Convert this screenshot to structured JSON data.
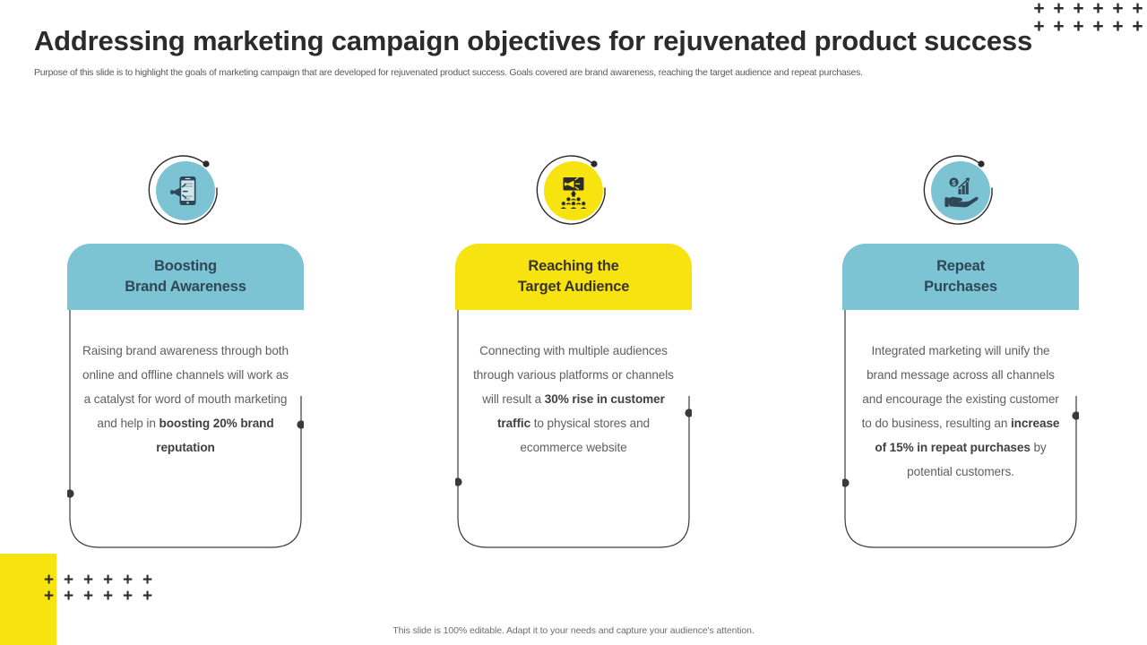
{
  "slide": {
    "title": "Addressing marketing campaign objectives for rejuvenated product success",
    "subtitle": "Purpose of this slide is to highlight the goals of marketing campaign that are developed for rejuvenated product success. Goals covered are brand awareness, reaching the target audience and repeat purchases.",
    "footer": "This slide is 100% editable. Adapt it to your needs and capture your audience's attention."
  },
  "theme": {
    "teal": "#7CC4D4",
    "yellow": "#F7E310",
    "ink": "#2b2b2b",
    "header_text_dark": "#2f4858",
    "body_text": "#5f5f5f",
    "line": "#3a3a3a"
  },
  "decor": {
    "plus_glyph": "+",
    "plus_top_right_count": 12,
    "plus_bottom_left_count": 12,
    "yellow_corner_label": "yellow-corner-block"
  },
  "cards": [
    {
      "id": "boosting-brand-awareness",
      "icon_name": "smartphone-megaphone-icon",
      "accent": "#7CC4D4",
      "title_line1": "Boosting",
      "title_line2": "Brand Awareness",
      "title_color": "#2f4858",
      "body": [
        {
          "text": "Raising brand awareness through both online and offline channels will work as a catalyst for word of mouth marketing and help in ",
          "bold": false
        },
        {
          "text": "boosting 20% brand reputation",
          "bold": true
        }
      ]
    },
    {
      "id": "reaching-the-target-audience",
      "icon_name": "megaphone-audience-icon",
      "accent": "#F7E310",
      "title_line1": "Reaching the",
      "title_line2": "Target Audience",
      "title_color": "#3a3428",
      "body": [
        {
          "text": "Connecting with multiple audiences through various platforms or channels will result a ",
          "bold": false
        },
        {
          "text": "30% rise in customer traffic",
          "bold": true
        },
        {
          "text": " to physical stores and ecommerce website",
          "bold": false
        }
      ]
    },
    {
      "id": "repeat-purchases",
      "icon_name": "hand-growth-chart-dollar-icon",
      "accent": "#7CC4D4",
      "title_line1": "Repeat",
      "title_line2": "Purchases",
      "title_color": "#2f4858",
      "body": [
        {
          "text": "Integrated marketing will unify the brand message across all channels and encourage the existing customer to do business, resulting an ",
          "bold": false
        },
        {
          "text": "increase of 15% in repeat purchases",
          "bold": true
        },
        {
          "text": " by potential customers.",
          "bold": false
        }
      ]
    }
  ]
}
